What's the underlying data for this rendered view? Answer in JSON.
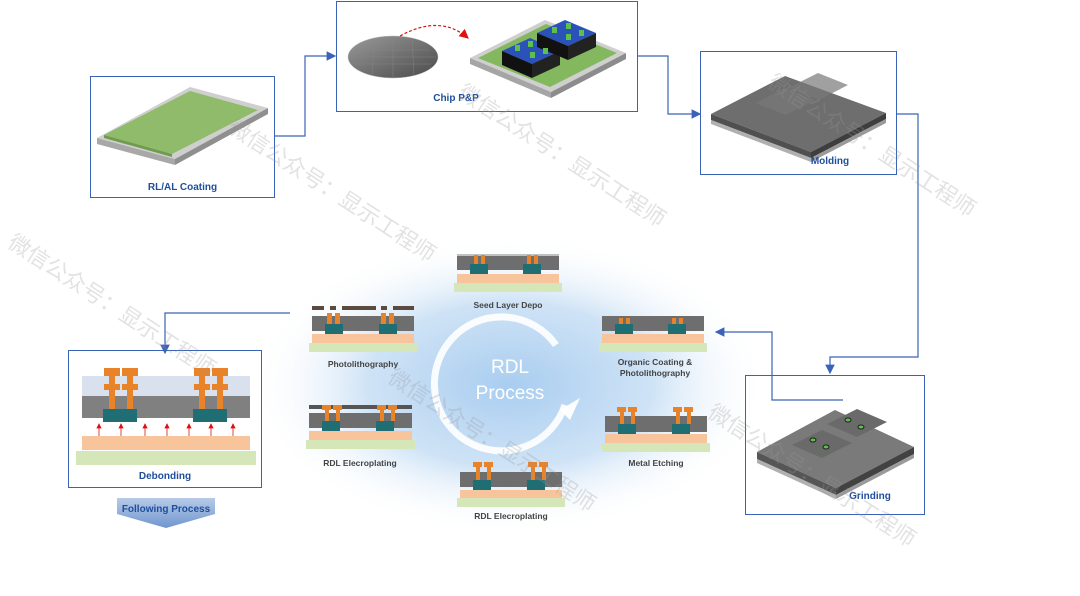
{
  "steps": {
    "rl_al_coating": "RL/AL Coating",
    "chip_pp": "Chip P&P",
    "molding": "Molding",
    "grinding": "Grinding",
    "debonding": "Debonding",
    "following": "Following Process"
  },
  "rdl": {
    "center_line1": "RDL",
    "center_line2": "Process",
    "seed_layer": "Seed Layer Depo",
    "organic_line1": "Organic Coating &",
    "organic_line2": "Photolithography",
    "metal_etching": "Metal Etching",
    "electroplating_bottom": "RDL Elecroplating",
    "electroplating_left": "RDL Elecroplating",
    "photolithography": "Photolithography"
  },
  "watermark": "微信公众号：显示工程师",
  "colors": {
    "border": "#3a63b8",
    "label": "#1f4e9c",
    "copper": "#e8832a",
    "pad": "#1e6e74",
    "mold": "#808080",
    "carrier": "#f8c49c",
    "glass": "#d5e6b9"
  }
}
